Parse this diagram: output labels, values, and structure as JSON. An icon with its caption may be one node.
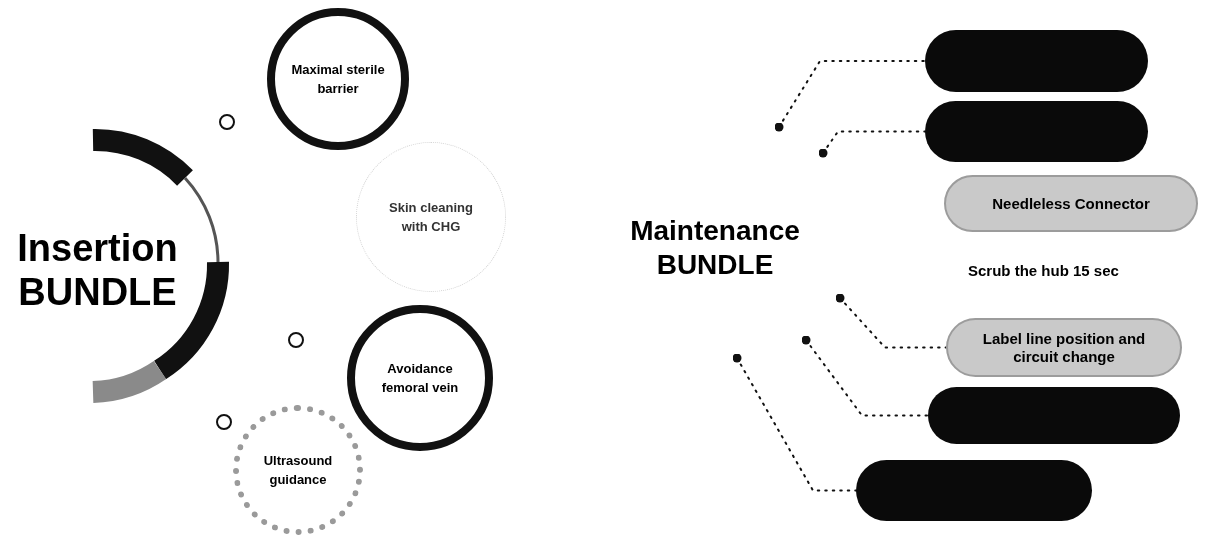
{
  "diagram": {
    "nodes": [
      {
        "text": [
          "Insertion BUNDLE"
        ]
      },
      {
        "text": [
          "Maximal sterile barrier"
        ]
      },
      {
        "text": [
          "Skin cleaning with CHG"
        ]
      },
      {
        "text": [
          "Avoidance femoral vein"
        ]
      },
      {
        "text": [
          "Ultrasound guidance"
        ]
      },
      {
        "text": [
          "Maintenance BUNDLE"
        ]
      },
      {
        "text": [],
        "shape": "box"
      },
      {
        "text": [],
        "shape": "box"
      },
      {
        "text": [
          "Needleless Connector"
        ]
      },
      {
        "text": [
          "Label line position and circuit change"
        ]
      },
      {
        "text": [],
        "shape": "box"
      },
      {
        "text": [],
        "shape": "box"
      }
    ],
    "edges": [
      {
        "from": null,
        "to": 6,
        "arrow": "other",
        "style": "dashed"
      },
      {
        "from": null,
        "to": 7,
        "arrow": "other",
        "style": "dashed"
      },
      {
        "from": null,
        "to": 9,
        "arrow": "other",
        "style": "dashed"
      },
      {
        "from": null,
        "to": 10,
        "arrow": "other",
        "style": "dashed"
      },
      {
        "from": null,
        "to": 11,
        "arrow": "other",
        "style": "dashed"
      }
    ],
    "labels": [
      "Scrub the hub 15 sec"
    ]
  }
}
